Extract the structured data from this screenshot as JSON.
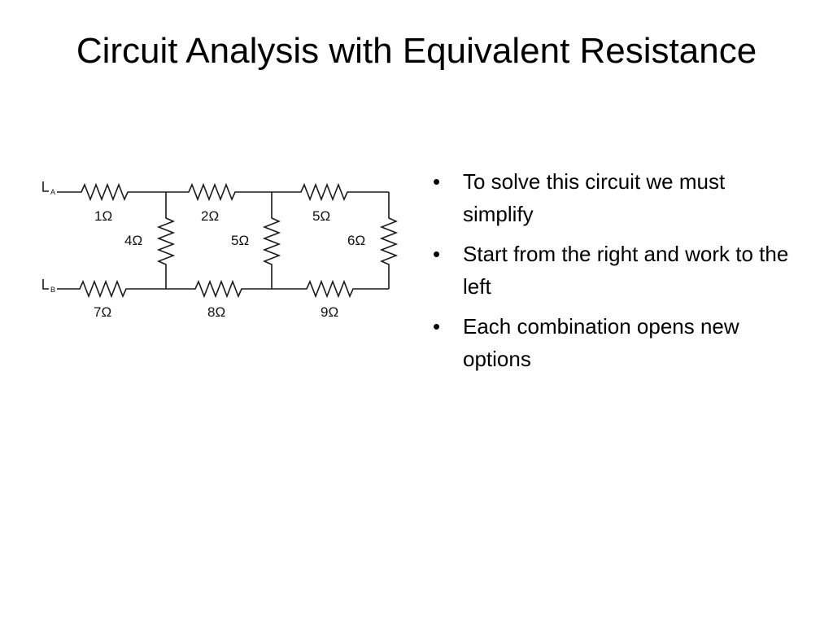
{
  "slide": {
    "title": "Circuit Analysis with Equivalent Resistance",
    "bullet_glyph": "•",
    "bullets": [
      "To solve this circuit we must simplify",
      "Start from the right and work to the left",
      "Each combination opens new options"
    ]
  },
  "circuit": {
    "terminals": {
      "a": "A",
      "b": "B"
    },
    "resistors": {
      "top_1": "1Ω",
      "top_2": "2Ω",
      "top_3": "5Ω",
      "shunt_1": "4Ω",
      "shunt_2": "5Ω",
      "shunt_3": "6Ω",
      "bottom_1": "7Ω",
      "bottom_2": "8Ω",
      "bottom_3": "9Ω"
    }
  }
}
